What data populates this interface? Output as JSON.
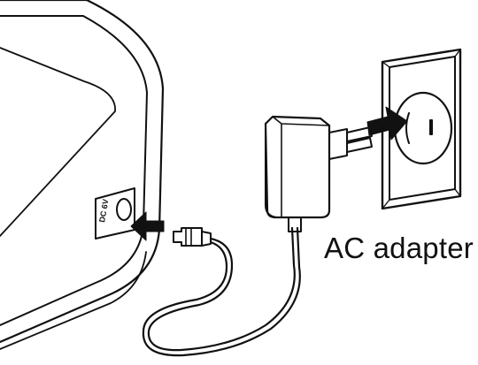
{
  "label": {
    "adapter": "AC adapter"
  },
  "device": {
    "jack_marking": "DC 6V"
  },
  "colors": {
    "line": "#111111",
    "fill_gray": "#cfcfcf",
    "background": "#ffffff"
  },
  "icons": [
    "device-housing",
    "dc-jack",
    "arrow-right-to-left",
    "barrel-plug",
    "cable",
    "ac-adapter-body",
    "prong-plug",
    "arrow-left-to-right",
    "wall-outlet"
  ]
}
